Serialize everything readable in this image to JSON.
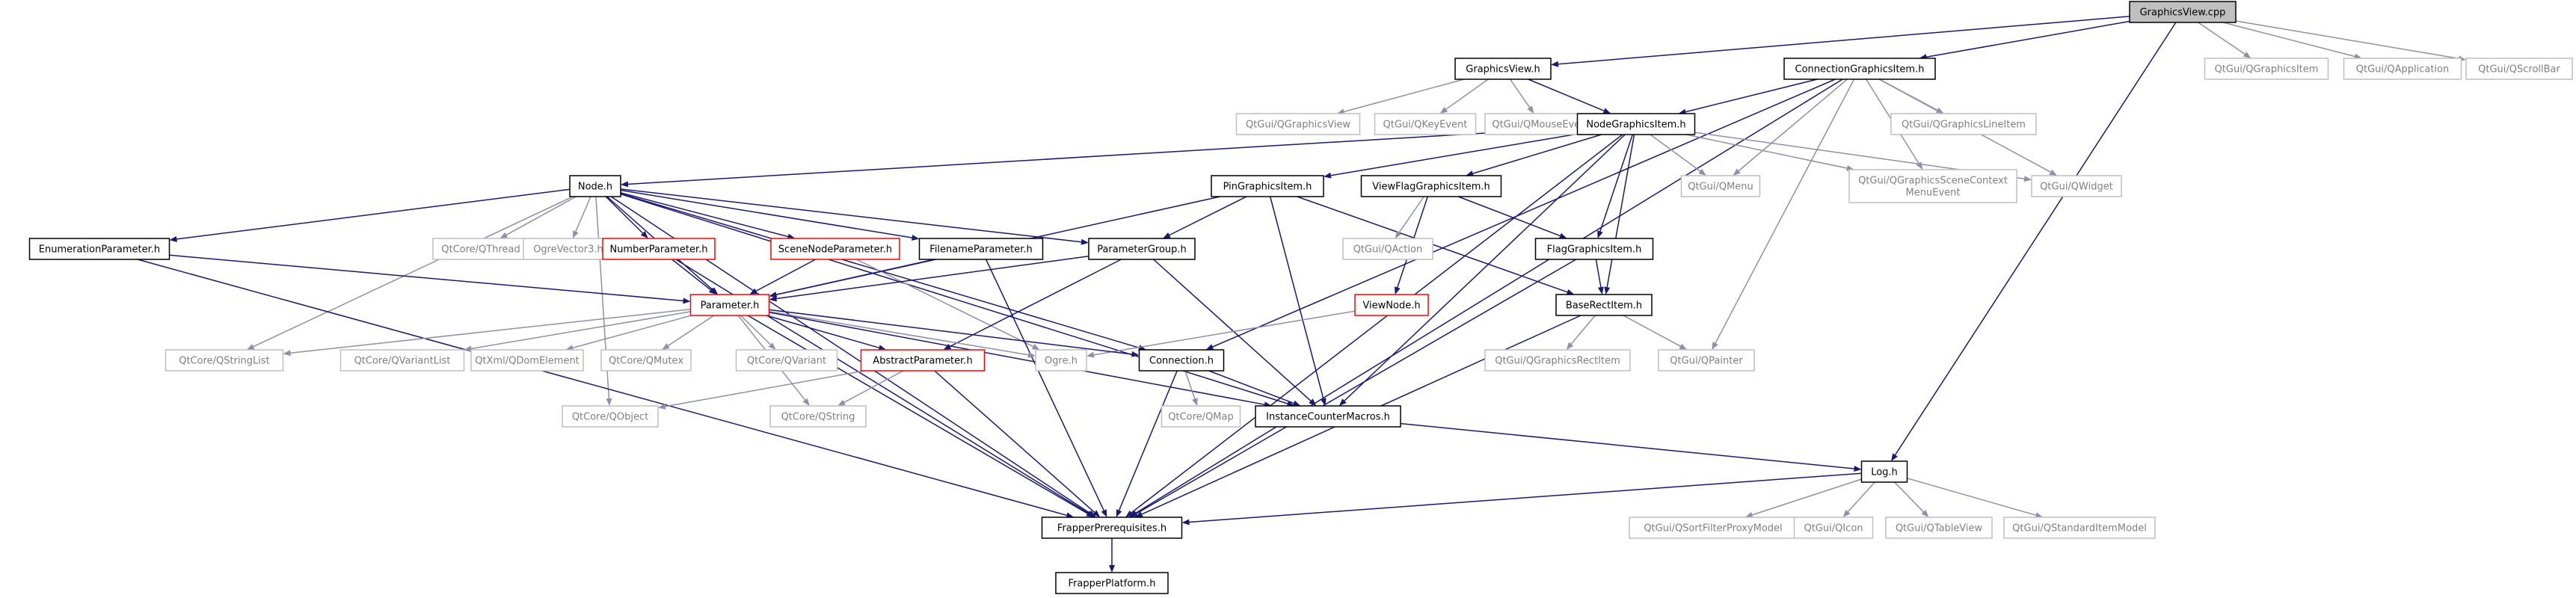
{
  "graph": {
    "nodes": [
      {
        "id": "GraphicsView.cpp",
        "lines": [
          "GraphicsView.cpp"
        ],
        "kind": "root"
      },
      {
        "id": "GraphicsView.h",
        "lines": [
          "GraphicsView.h"
        ],
        "kind": "internal"
      },
      {
        "id": "ConnectionGraphicsItem.h",
        "lines": [
          "ConnectionGraphicsItem.h"
        ],
        "kind": "internal"
      },
      {
        "id": "QtGui/QGraphicsItem",
        "lines": [
          "QtGui/QGraphicsItem"
        ],
        "kind": "external"
      },
      {
        "id": "QtGui/QApplication",
        "lines": [
          "QtGui/QApplication"
        ],
        "kind": "external"
      },
      {
        "id": "QtGui/QScrollBar",
        "lines": [
          "QtGui/QScrollBar"
        ],
        "kind": "external"
      },
      {
        "id": "QtGui/QGraphicsView",
        "lines": [
          "QtGui/QGraphicsView"
        ],
        "kind": "external"
      },
      {
        "id": "QtGui/QKeyEvent",
        "lines": [
          "QtGui/QKeyEvent"
        ],
        "kind": "external"
      },
      {
        "id": "QtGui/QMouseEvent",
        "lines": [
          "QtGui/QMouseEvent"
        ],
        "kind": "external"
      },
      {
        "id": "NodeGraphicsItem.h",
        "lines": [
          "NodeGraphicsItem.h"
        ],
        "kind": "internal"
      },
      {
        "id": "QtGui/QGraphicsLineItem",
        "lines": [
          "QtGui/QGraphicsLineItem"
        ],
        "kind": "external"
      },
      {
        "id": "Node.h",
        "lines": [
          "Node.h"
        ],
        "kind": "internal"
      },
      {
        "id": "PinGraphicsItem.h",
        "lines": [
          "PinGraphicsItem.h"
        ],
        "kind": "internal"
      },
      {
        "id": "ViewFlagGraphicsItem.h",
        "lines": [
          "ViewFlagGraphicsItem.h"
        ],
        "kind": "internal"
      },
      {
        "id": "QtGui/QMenu",
        "lines": [
          "QtGui/QMenu"
        ],
        "kind": "external"
      },
      {
        "id": "QtGui/QGraphicsSceneContextMenuEvent",
        "lines": [
          "QtGui/QGraphicsSceneContext",
          "MenuEvent"
        ],
        "kind": "external"
      },
      {
        "id": "QtGui/QWidget",
        "lines": [
          "QtGui/QWidget"
        ],
        "kind": "external"
      },
      {
        "id": "EnumerationParameter.h",
        "lines": [
          "EnumerationParameter.h"
        ],
        "kind": "internal"
      },
      {
        "id": "QtCore/QThread",
        "lines": [
          "QtCore/QThread"
        ],
        "kind": "external"
      },
      {
        "id": "OgreVector3.h",
        "lines": [
          "OgreVector3.h"
        ],
        "kind": "external"
      },
      {
        "id": "NumberParameter.h",
        "lines": [
          "NumberParameter.h"
        ],
        "kind": "red"
      },
      {
        "id": "SceneNodeParameter.h",
        "lines": [
          "SceneNodeParameter.h"
        ],
        "kind": "red"
      },
      {
        "id": "FilenameParameter.h",
        "lines": [
          "FilenameParameter.h"
        ],
        "kind": "internal"
      },
      {
        "id": "ParameterGroup.h",
        "lines": [
          "ParameterGroup.h"
        ],
        "kind": "internal"
      },
      {
        "id": "QtGui/QAction",
        "lines": [
          "QtGui/QAction"
        ],
        "kind": "external"
      },
      {
        "id": "FlagGraphicsItem.h",
        "lines": [
          "FlagGraphicsItem.h"
        ],
        "kind": "internal"
      },
      {
        "id": "Parameter.h",
        "lines": [
          "Parameter.h"
        ],
        "kind": "red"
      },
      {
        "id": "ViewNode.h",
        "lines": [
          "ViewNode.h"
        ],
        "kind": "red"
      },
      {
        "id": "BaseRectItem.h",
        "lines": [
          "BaseRectItem.h"
        ],
        "kind": "internal"
      },
      {
        "id": "QtCore/QStringList",
        "lines": [
          "QtCore/QStringList"
        ],
        "kind": "external"
      },
      {
        "id": "QtCore/QVariantList",
        "lines": [
          "QtCore/QVariantList"
        ],
        "kind": "external"
      },
      {
        "id": "QtXml/QDomElement",
        "lines": [
          "QtXml/QDomElement"
        ],
        "kind": "external"
      },
      {
        "id": "QtCore/QMutex",
        "lines": [
          "QtCore/QMutex"
        ],
        "kind": "external"
      },
      {
        "id": "QtCore/QVariant",
        "lines": [
          "QtCore/QVariant"
        ],
        "kind": "external"
      },
      {
        "id": "AbstractParameter.h",
        "lines": [
          "AbstractParameter.h"
        ],
        "kind": "red"
      },
      {
        "id": "Ogre.h",
        "lines": [
          "Ogre.h"
        ],
        "kind": "external"
      },
      {
        "id": "Connection.h",
        "lines": [
          "Connection.h"
        ],
        "kind": "internal"
      },
      {
        "id": "QtGui/QGraphicsRectItem",
        "lines": [
          "QtGui/QGraphicsRectItem"
        ],
        "kind": "external"
      },
      {
        "id": "QtGui/QPainter",
        "lines": [
          "QtGui/QPainter"
        ],
        "kind": "external"
      },
      {
        "id": "QtCore/QObject",
        "lines": [
          "QtCore/QObject"
        ],
        "kind": "external"
      },
      {
        "id": "QtCore/QString",
        "lines": [
          "QtCore/QString"
        ],
        "kind": "external"
      },
      {
        "id": "QtCore/QMap",
        "lines": [
          "QtCore/QMap"
        ],
        "kind": "external"
      },
      {
        "id": "InstanceCounterMacros.h",
        "lines": [
          "InstanceCounterMacros.h"
        ],
        "kind": "internal"
      },
      {
        "id": "Log.h",
        "lines": [
          "Log.h"
        ],
        "kind": "internal"
      },
      {
        "id": "FrapperPrerequisites.h",
        "lines": [
          "FrapperPrerequisites.h"
        ],
        "kind": "internal"
      },
      {
        "id": "QtGui/QSortFilterProxyModel",
        "lines": [
          "QtGui/QSortFilterProxyModel"
        ],
        "kind": "external"
      },
      {
        "id": "QtGui/QIcon",
        "lines": [
          "QtGui/QIcon"
        ],
        "kind": "external"
      },
      {
        "id": "QtGui/QTableView",
        "lines": [
          "QtGui/QTableView"
        ],
        "kind": "external"
      },
      {
        "id": "QtGui/QStandardItemModel",
        "lines": [
          "QtGui/QStandardItemModel"
        ],
        "kind": "external"
      },
      {
        "id": "FrapperPlatform.h",
        "lines": [
          "FrapperPlatform.h"
        ],
        "kind": "internal"
      }
    ],
    "edges": [
      [
        "GraphicsView.cpp",
        "GraphicsView.h"
      ],
      [
        "GraphicsView.cpp",
        "ConnectionGraphicsItem.h"
      ],
      [
        "GraphicsView.cpp",
        "QtGui/QGraphicsItem"
      ],
      [
        "GraphicsView.cpp",
        "QtGui/QApplication"
      ],
      [
        "GraphicsView.cpp",
        "QtGui/QScrollBar"
      ],
      [
        "GraphicsView.cpp",
        "Log.h"
      ],
      [
        "GraphicsView.h",
        "QtGui/QGraphicsView"
      ],
      [
        "GraphicsView.h",
        "QtGui/QKeyEvent"
      ],
      [
        "GraphicsView.h",
        "QtGui/QMouseEvent"
      ],
      [
        "GraphicsView.h",
        "NodeGraphicsItem.h"
      ],
      [
        "ConnectionGraphicsItem.h",
        "NodeGraphicsItem.h"
      ],
      [
        "ConnectionGraphicsItem.h",
        "QtGui/QGraphicsLineItem"
      ],
      [
        "ConnectionGraphicsItem.h",
        "QtGui/QMenu"
      ],
      [
        "ConnectionGraphicsItem.h",
        "QtGui/QGraphicsSceneContextMenuEvent"
      ],
      [
        "ConnectionGraphicsItem.h",
        "QtGui/QWidget"
      ],
      [
        "ConnectionGraphicsItem.h",
        "QtGui/QPainter"
      ],
      [
        "ConnectionGraphicsItem.h",
        "Connection.h"
      ],
      [
        "ConnectionGraphicsItem.h",
        "FrapperPrerequisites.h"
      ],
      [
        "NodeGraphicsItem.h",
        "Node.h"
      ],
      [
        "NodeGraphicsItem.h",
        "PinGraphicsItem.h"
      ],
      [
        "NodeGraphicsItem.h",
        "ViewFlagGraphicsItem.h"
      ],
      [
        "NodeGraphicsItem.h",
        "QtGui/QMenu"
      ],
      [
        "NodeGraphicsItem.h",
        "QtGui/QGraphicsSceneContextMenuEvent"
      ],
      [
        "NodeGraphicsItem.h",
        "QtGui/QWidget"
      ],
      [
        "NodeGraphicsItem.h",
        "FlagGraphicsItem.h"
      ],
      [
        "NodeGraphicsItem.h",
        "BaseRectItem.h"
      ],
      [
        "NodeGraphicsItem.h",
        "InstanceCounterMacros.h"
      ],
      [
        "NodeGraphicsItem.h",
        "FrapperPrerequisites.h"
      ],
      [
        "Node.h",
        "EnumerationParameter.h"
      ],
      [
        "Node.h",
        "QtCore/QThread"
      ],
      [
        "Node.h",
        "OgreVector3.h"
      ],
      [
        "Node.h",
        "NumberParameter.h"
      ],
      [
        "Node.h",
        "SceneNodeParameter.h"
      ],
      [
        "Node.h",
        "FilenameParameter.h"
      ],
      [
        "Node.h",
        "ParameterGroup.h"
      ],
      [
        "Node.h",
        "Parameter.h"
      ],
      [
        "Node.h",
        "QtCore/QStringList"
      ],
      [
        "Node.h",
        "QtCore/QObject"
      ],
      [
        "Node.h",
        "Connection.h"
      ],
      [
        "Node.h",
        "InstanceCounterMacros.h"
      ],
      [
        "Node.h",
        "FrapperPrerequisites.h"
      ],
      [
        "PinGraphicsItem.h",
        "ParameterGroup.h"
      ],
      [
        "PinGraphicsItem.h",
        "Parameter.h"
      ],
      [
        "PinGraphicsItem.h",
        "BaseRectItem.h"
      ],
      [
        "PinGraphicsItem.h",
        "InstanceCounterMacros.h"
      ],
      [
        "ViewFlagGraphicsItem.h",
        "QtGui/QAction"
      ],
      [
        "ViewFlagGraphicsItem.h",
        "FlagGraphicsItem.h"
      ],
      [
        "ViewFlagGraphicsItem.h",
        "ViewNode.h"
      ],
      [
        "EnumerationParameter.h",
        "Parameter.h"
      ],
      [
        "EnumerationParameter.h",
        "FrapperPrerequisites.h"
      ],
      [
        "NumberParameter.h",
        "Parameter.h"
      ],
      [
        "NumberParameter.h",
        "FrapperPrerequisites.h"
      ],
      [
        "SceneNodeParameter.h",
        "Parameter.h"
      ],
      [
        "SceneNodeParameter.h",
        "Ogre.h"
      ],
      [
        "FilenameParameter.h",
        "Parameter.h"
      ],
      [
        "FilenameParameter.h",
        "FrapperPrerequisites.h"
      ],
      [
        "ParameterGroup.h",
        "AbstractParameter.h"
      ],
      [
        "ParameterGroup.h",
        "Parameter.h"
      ],
      [
        "ParameterGroup.h",
        "InstanceCounterMacros.h"
      ],
      [
        "FlagGraphicsItem.h",
        "BaseRectItem.h"
      ],
      [
        "FlagGraphicsItem.h",
        "FrapperPrerequisites.h"
      ],
      [
        "ViewNode.h",
        "Ogre.h"
      ],
      [
        "BaseRectItem.h",
        "QtGui/QGraphicsRectItem"
      ],
      [
        "BaseRectItem.h",
        "QtGui/QPainter"
      ],
      [
        "BaseRectItem.h",
        "FrapperPrerequisites.h"
      ],
      [
        "Parameter.h",
        "QtCore/QStringList"
      ],
      [
        "Parameter.h",
        "QtCore/QVariantList"
      ],
      [
        "Parameter.h",
        "QtXml/QDomElement"
      ],
      [
        "Parameter.h",
        "QtCore/QMutex"
      ],
      [
        "Parameter.h",
        "QtCore/QVariant"
      ],
      [
        "Parameter.h",
        "AbstractParameter.h"
      ],
      [
        "Parameter.h",
        "Ogre.h"
      ],
      [
        "Parameter.h",
        "Connection.h"
      ],
      [
        "Parameter.h",
        "QtCore/QString"
      ],
      [
        "Parameter.h",
        "InstanceCounterMacros.h"
      ],
      [
        "Parameter.h",
        "FrapperPrerequisites.h"
      ],
      [
        "AbstractParameter.h",
        "QtCore/QObject"
      ],
      [
        "AbstractParameter.h",
        "QtCore/QString"
      ],
      [
        "AbstractParameter.h",
        "FrapperPrerequisites.h"
      ],
      [
        "Connection.h",
        "QtCore/QMap"
      ],
      [
        "Connection.h",
        "InstanceCounterMacros.h"
      ],
      [
        "Connection.h",
        "FrapperPrerequisites.h"
      ],
      [
        "InstanceCounterMacros.h",
        "Log.h"
      ],
      [
        "Log.h",
        "FrapperPrerequisites.h"
      ],
      [
        "Log.h",
        "QtGui/QSortFilterProxyModel"
      ],
      [
        "Log.h",
        "QtGui/QIcon"
      ],
      [
        "Log.h",
        "QtGui/QTableView"
      ],
      [
        "Log.h",
        "QtGui/QStandardItemModel"
      ],
      [
        "FrapperPrerequisites.h",
        "FrapperPlatform.h"
      ]
    ]
  }
}
